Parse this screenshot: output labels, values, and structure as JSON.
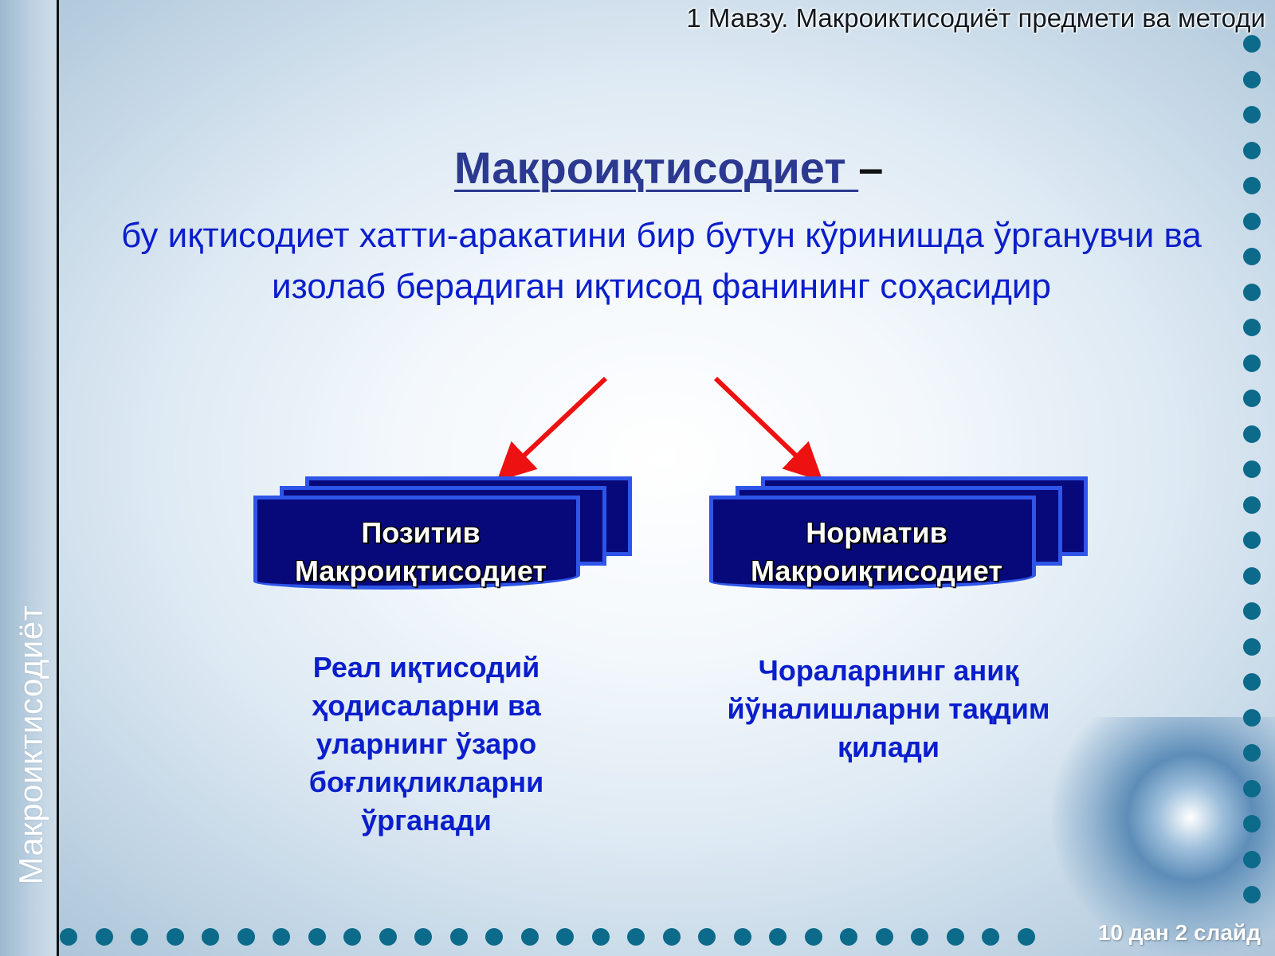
{
  "header": {
    "title": "1 Мавзу. Макроиктисодиёт предмети ва методи"
  },
  "side_label": "Макроиктисодиёт",
  "heading": {
    "term": "Макроиқтисодиет ",
    "dash": "–"
  },
  "definition": "бу иқтисодиет хатти-аракатини бир бутун кўринишда ўрганувчи ва изолаб берадиган иқтисод фанининг соҳасидир",
  "boxes": [
    {
      "label": "Позитив Макроиқтисодиет",
      "description": "Реал иқтисодий ҳодисаларни ва уларнинг ўзаро боғлиқликларни ўрганади"
    },
    {
      "label": "Норматив Макроиқтисодиет",
      "description": "Чораларнинг аниқ йўналишларни тақдим қилади"
    }
  ],
  "slide_number": "10 дан  2 слайд",
  "colors": {
    "accent_dots": "#0c6a8a",
    "box_fill": "#07097a",
    "box_border": "#2e55e8",
    "text_blue": "#0a1ecc",
    "heading_blue": "#2b3990",
    "arrow": "#ee1111"
  }
}
